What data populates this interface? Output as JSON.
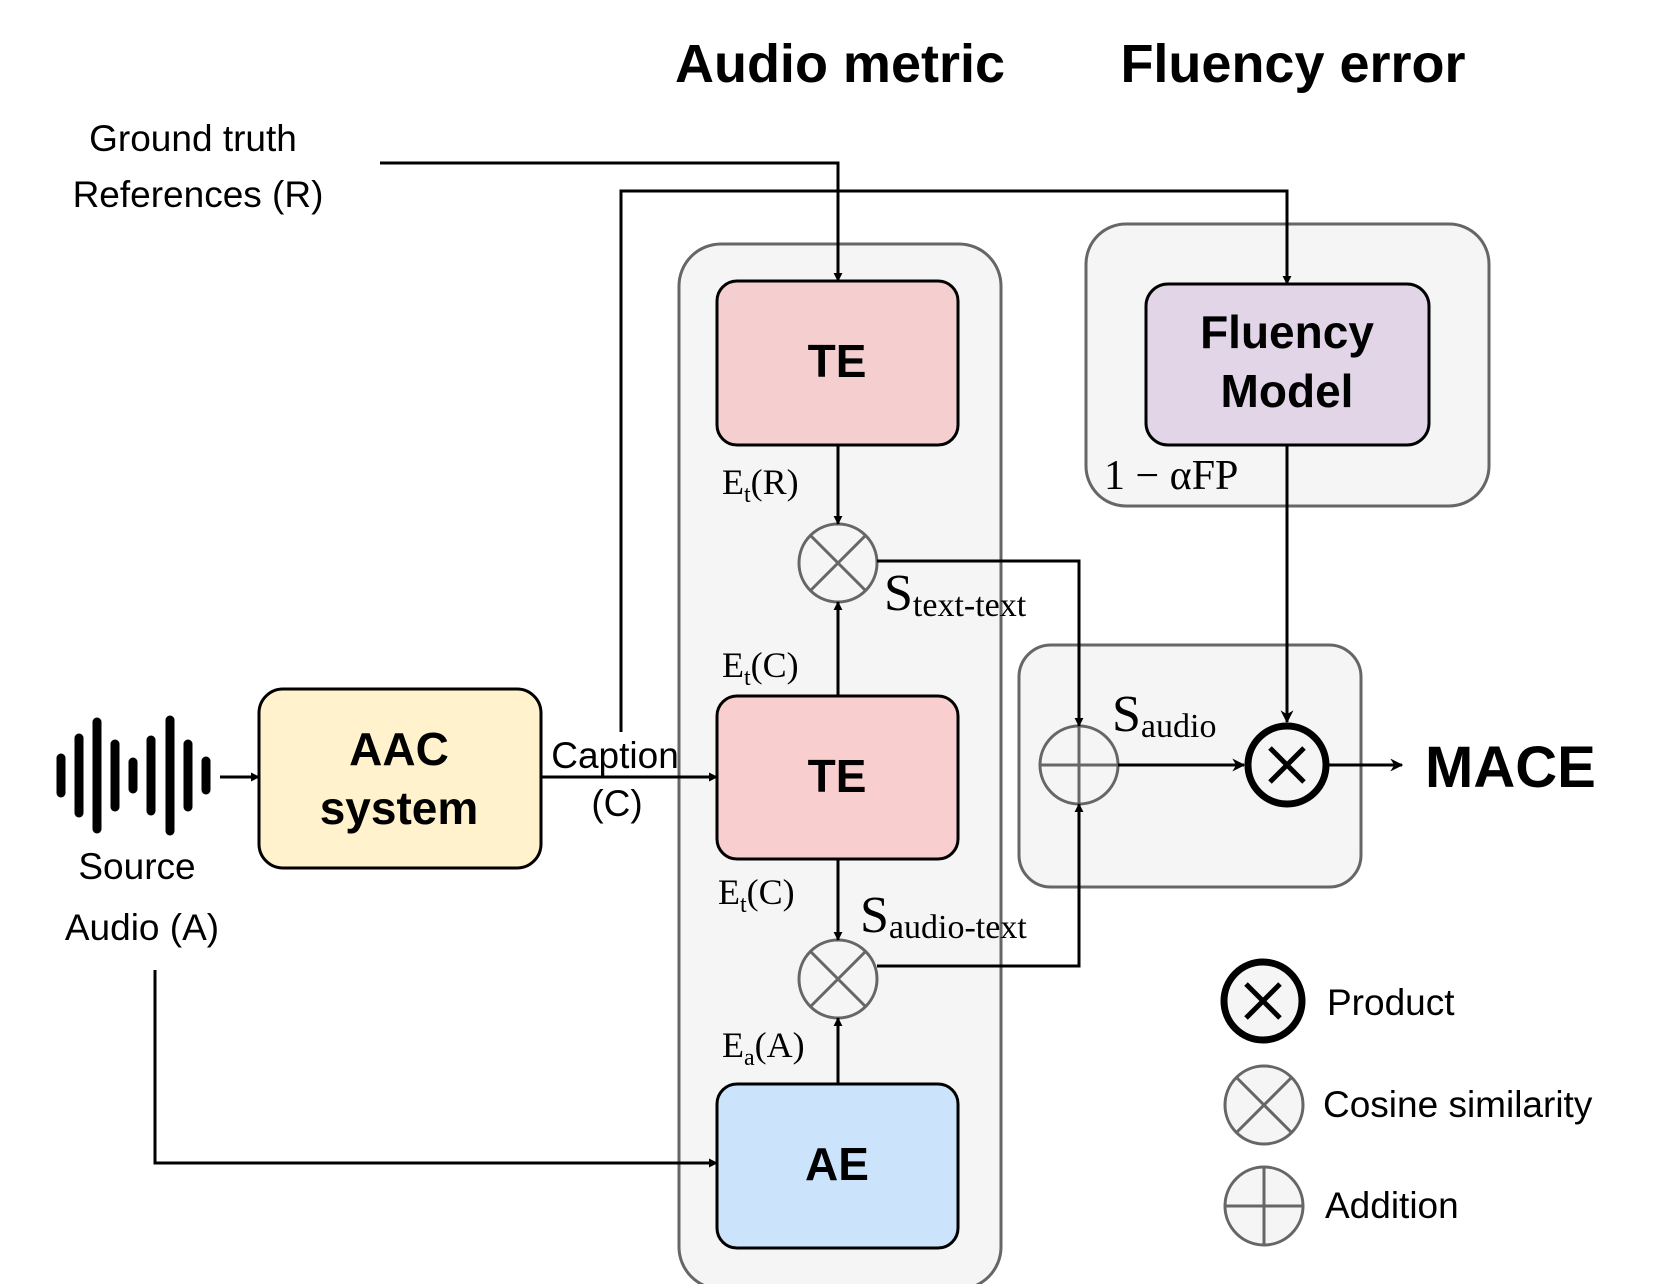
{
  "headers": {
    "audio_metric": "Audio metric",
    "fluency_error": "Fluency error"
  },
  "inputs": {
    "references_line1": "Ground truth",
    "references_line2": "References (R)",
    "source_line1": "Source",
    "source_line2": "Audio (A)"
  },
  "aac": {
    "line1": "AAC",
    "line2": "system",
    "caption_line1": "Caption",
    "caption_line2": "(C)"
  },
  "blocks": {
    "te_top": "TE",
    "te_mid": "TE",
    "ae": "AE",
    "fluency_line1": "Fluency",
    "fluency_line2": "Model"
  },
  "embeddings": {
    "et_r": {
      "base": "E",
      "sub": "t",
      "arg": "(R)"
    },
    "et_c_up": {
      "base": "E",
      "sub": "t",
      "arg": "(C)"
    },
    "et_c_down": {
      "base": "E",
      "sub": "t",
      "arg": "(C)"
    },
    "ea_a": {
      "base": "E",
      "sub": "a",
      "arg": "(A)"
    }
  },
  "scores": {
    "text_text": {
      "base": "S",
      "sub": "text-text"
    },
    "audio_text": {
      "base": "S",
      "sub": "audio-text"
    },
    "audio": {
      "base": "S",
      "sub": "audio"
    },
    "fluency_penalty": "1 − αFP"
  },
  "output": "MACE",
  "legend": {
    "product": "Product",
    "cosine": "Cosine similarity",
    "addition": "Addition"
  },
  "colors": {
    "te_top_fill": "#f5cfcf",
    "te_mid_fill": "#f8cece",
    "ae_fill": "#cce4fb",
    "aac_fill": "#fff2cc",
    "fluency_fill": "#e1d5e7",
    "group_fill": "#f5f5f5",
    "group_stroke": "#666666"
  }
}
